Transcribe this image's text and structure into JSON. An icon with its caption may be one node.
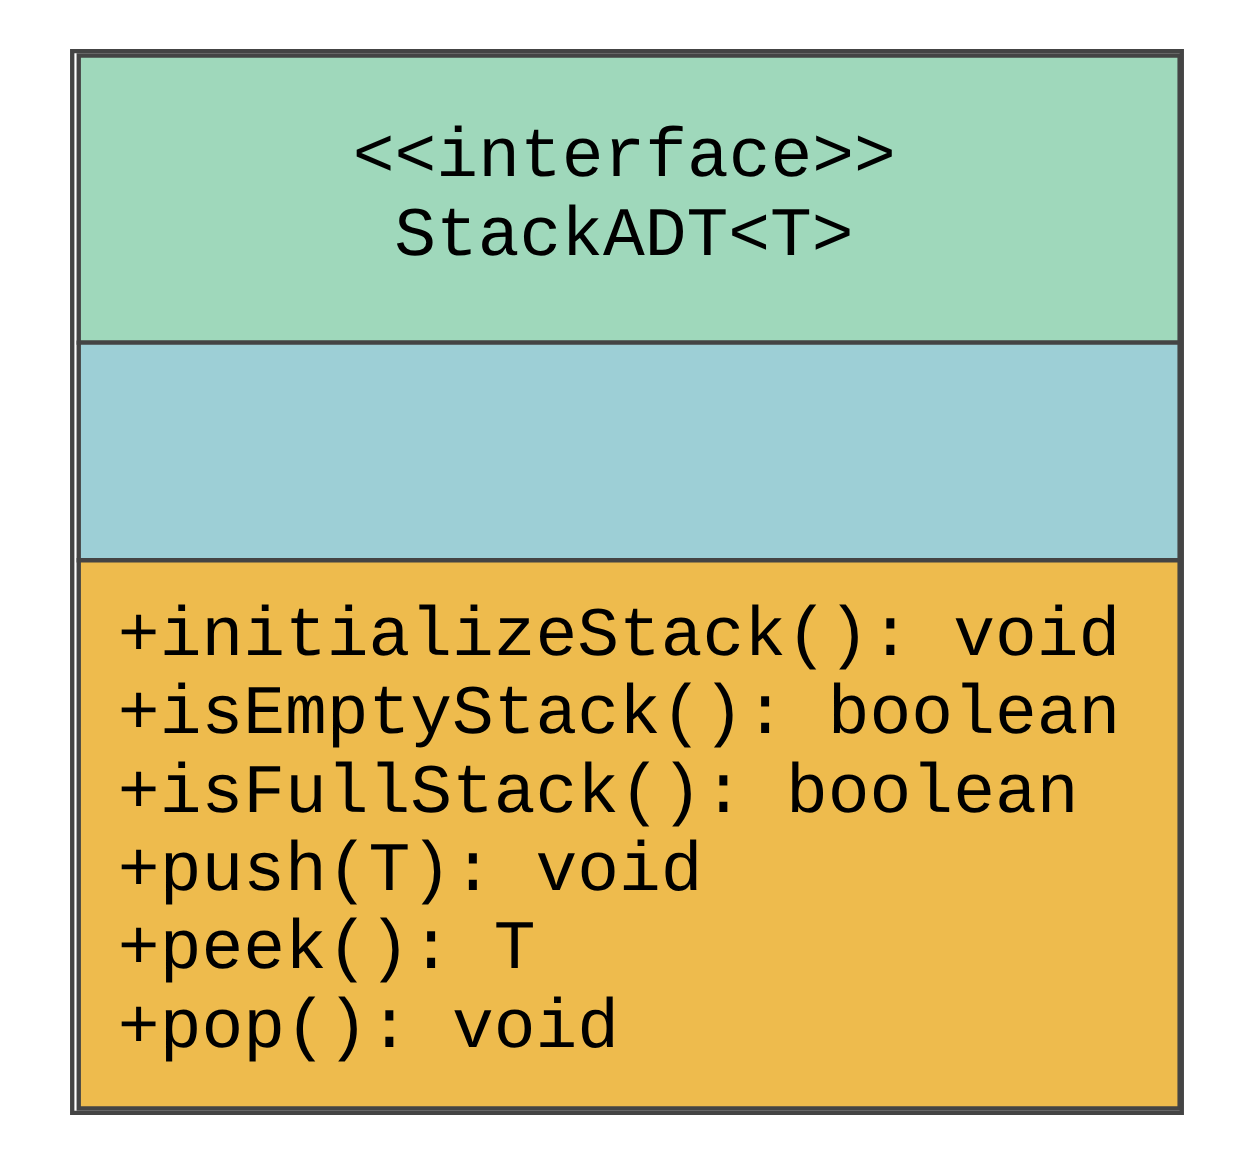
{
  "diagram": {
    "nodes": [
      {
        "text": [
          "<<interface>>",
          "StackADT<T>",
          "+initializeStack(): void",
          "+isEmptyStack(): boolean",
          "+isFullStack(): boolean",
          "+push(T): void",
          "+peek(): T",
          "+pop(): void"
        ]
      }
    ],
    "edges": []
  }
}
